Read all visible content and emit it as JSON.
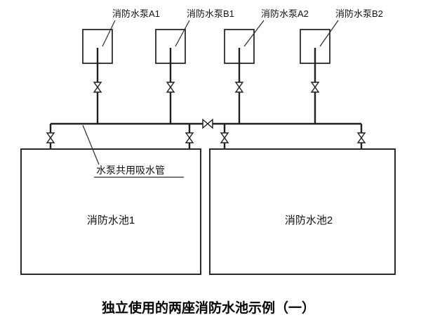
{
  "diagram": {
    "pumps": [
      {
        "label": "消防水泵A1"
      },
      {
        "label": "消防水泵B1"
      },
      {
        "label": "消防水泵A2"
      },
      {
        "label": "消防水泵B2"
      }
    ],
    "tanks": [
      {
        "label": "消防水池1"
      },
      {
        "label": "消防水池2"
      }
    ],
    "annotations": {
      "shared_suction_pipe": "水泵共用吸水管"
    },
    "caption": "独立使用的两座消防水池示例（一）",
    "colors": {
      "line": "#1f1f1f",
      "background": "#ffffff"
    }
  }
}
